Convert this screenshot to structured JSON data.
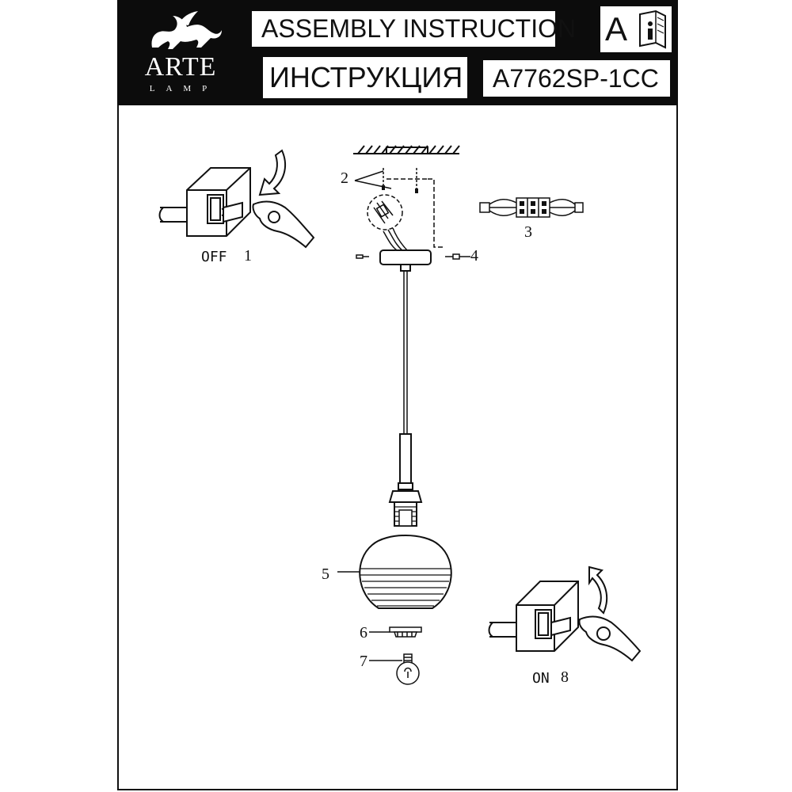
{
  "brand": {
    "name": "ARTE",
    "sub": "LAMP"
  },
  "header": {
    "title_en": "ASSEMBLY INSTRUCTION",
    "title_ru": "ИНСТРУКЦИЯ",
    "model": "A7762SP-1CC",
    "info_icon_letter": "A"
  },
  "steps": [
    {
      "num": "1",
      "label": "OFF"
    },
    {
      "num": "2"
    },
    {
      "num": "3"
    },
    {
      "num": "4"
    },
    {
      "num": "5"
    },
    {
      "num": "6"
    },
    {
      "num": "7"
    },
    {
      "num": "8",
      "label": "ON"
    }
  ],
  "colors": {
    "header_bg": "#0c0c0c",
    "ink": "#111111",
    "paper": "#ffffff"
  }
}
